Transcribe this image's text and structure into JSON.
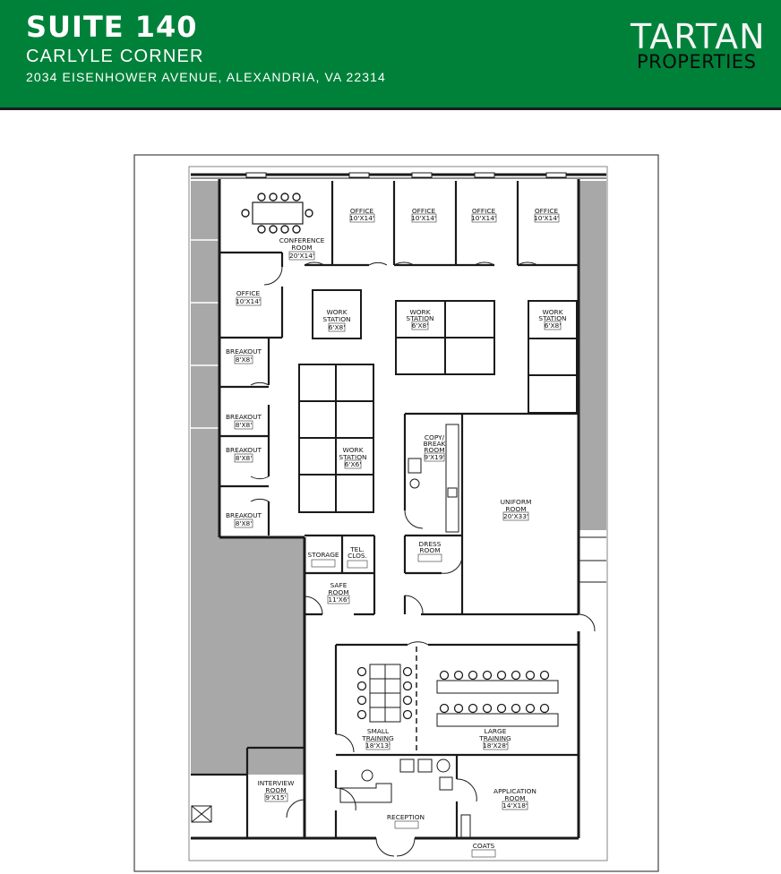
{
  "header": {
    "suite": "SUITE 140",
    "building": "CARLYLE CORNER",
    "address": "2034 EISENHOWER AVENUE, ALEXANDRIA, VA 22314",
    "logo_line1": "TARTAN",
    "logo_line2": "PROPERTIES",
    "background": "#00813a"
  },
  "rooms": {
    "conference": {
      "name1": "CONFERENCE",
      "name2": "ROOM",
      "size": "20'X14'"
    },
    "office_a": {
      "name": "OFFICE",
      "size": "10'X14'"
    },
    "office_b": {
      "name": "OFFICE",
      "size": "10'X14'"
    },
    "office_c": {
      "name": "OFFICE",
      "size": "10'X14'"
    },
    "office_d": {
      "name": "OFFICE",
      "size": "10'X14'"
    },
    "office_e": {
      "name": "OFFICE",
      "size": "10'X14'"
    },
    "ws_left": {
      "name1": "WORK",
      "name2": "STATION",
      "size": "6'X8'"
    },
    "ws_mid": {
      "name1": "WORK",
      "name2": "STATION",
      "size": "6'X8'"
    },
    "ws_right": {
      "name1": "WORK",
      "name2": "STATION",
      "size": "6'X8'"
    },
    "ws_big": {
      "name1": "WORK",
      "name2": "STATION",
      "size": "6'X6'"
    },
    "breakout1": {
      "name": "BREAKOUT",
      "size": "8'X8'"
    },
    "breakout2": {
      "name": "BREAKOUT",
      "size": "8'X8'"
    },
    "breakout3": {
      "name": "BREAKOUT",
      "size": "8'X8'"
    },
    "breakout4": {
      "name": "BREAKOUT",
      "size": "8'X8'"
    },
    "copy": {
      "name1": "COPY/",
      "name2": "BREAK",
      "name3": "ROOM",
      "size": "9'X19'"
    },
    "uniform": {
      "name1": "UNIFORM",
      "name2": "ROOM",
      "size": "20'X33'"
    },
    "dress": {
      "name1": "DRESS",
      "name2": "ROOM"
    },
    "storage": {
      "name": "STORAGE"
    },
    "tel": {
      "name1": "TEL.",
      "name2": "CLOS."
    },
    "safe": {
      "name1": "SAFE",
      "name2": "ROOM",
      "size": "11'X6'"
    },
    "small_training": {
      "name1": "SMALL",
      "name2": "TRAINING",
      "size": "18'X13'"
    },
    "large_training": {
      "name1": "LARGE",
      "name2": "TRAINING",
      "size": "18'X28'"
    },
    "interview": {
      "name1": "INTERVIEW",
      "name2": "ROOM",
      "size": "9'X15'"
    },
    "application": {
      "name1": "APPLICATION",
      "name2": "ROOM",
      "size": "14'X18'"
    },
    "reception": {
      "name": "RECEPTION"
    },
    "coats": {
      "name": "COATS"
    }
  }
}
